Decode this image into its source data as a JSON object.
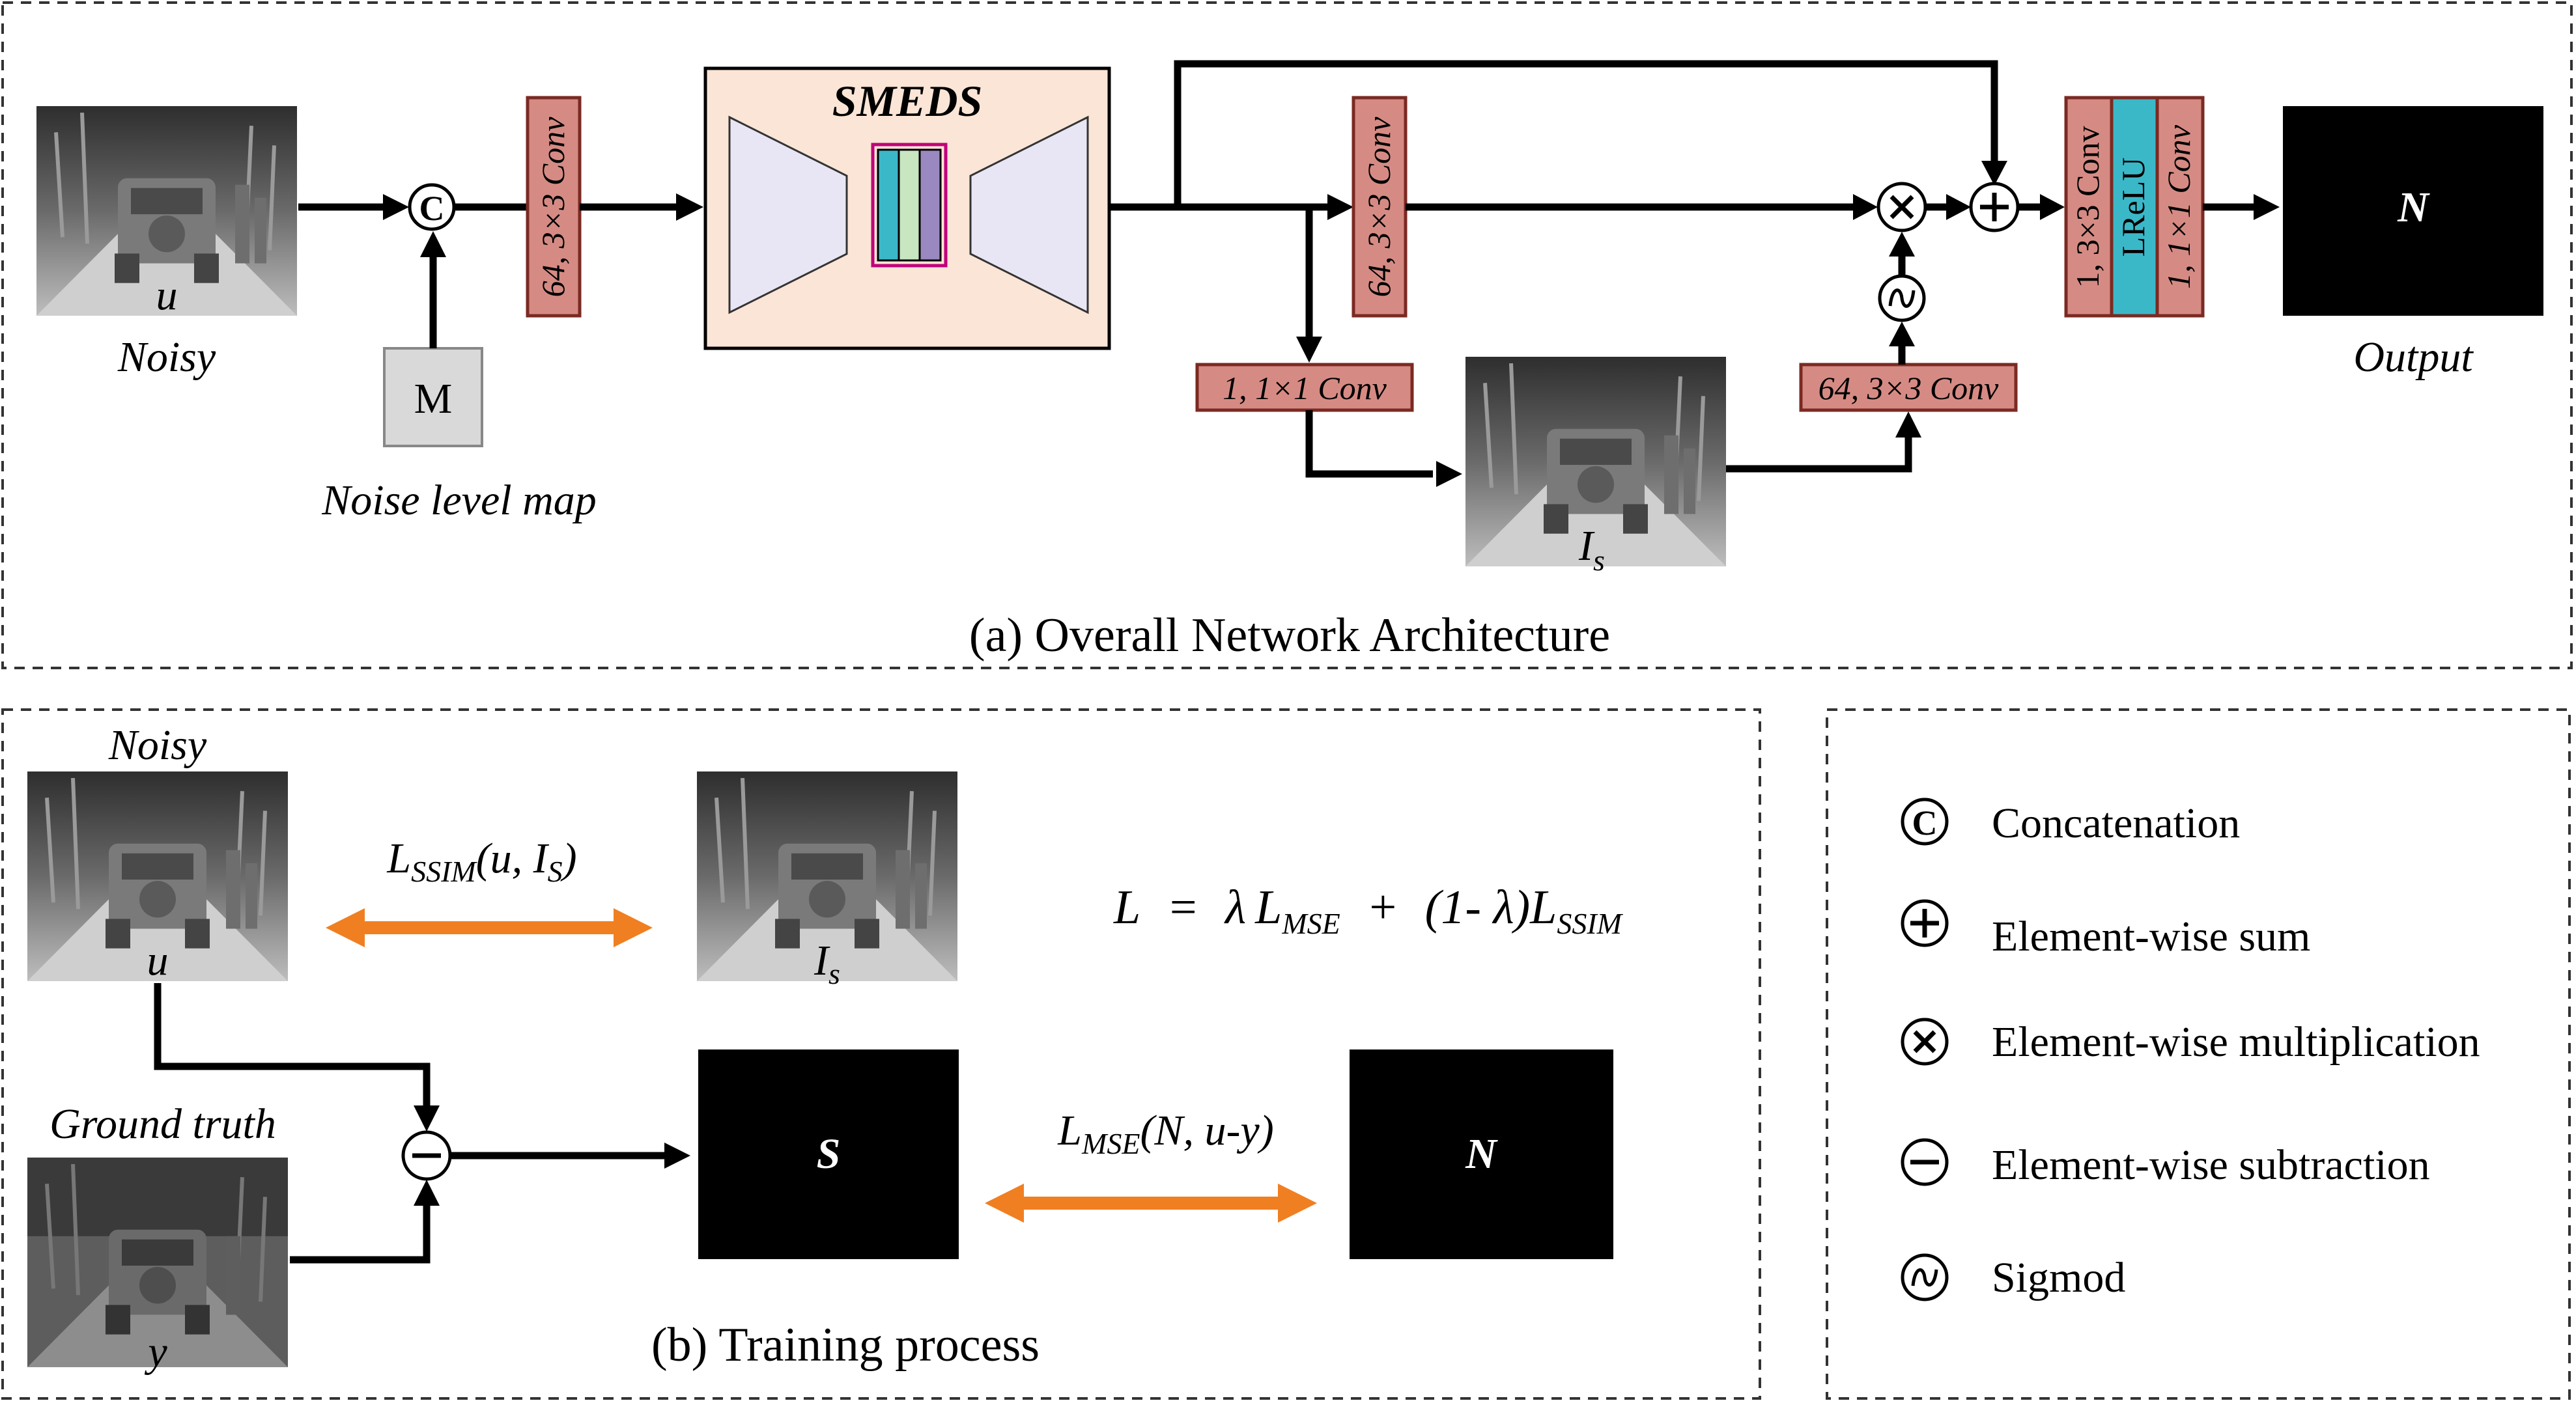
{
  "panel_a": {
    "caption": "(a) Overall Network Architecture",
    "input_var": "u",
    "input_label": "Noisy",
    "noise_map_symbol": "M",
    "noise_map_label": "Noise level map",
    "conv_in": "64, 3×3 Conv",
    "smeds_title": "SMEDS",
    "conv_branch": "64, 3×3 Conv",
    "conv_1x1": "1, 1×1 Conv",
    "intermediate_var": "I",
    "intermediate_sub": "s",
    "conv_post": "64, 3×3 Conv",
    "head_conv1": "1, 3×3 Conv",
    "head_act": "LReLU",
    "head_conv2": "1, 1×1 Conv",
    "output_symbol": "N",
    "output_label": "Output",
    "colors": {
      "conv_fill": "#d58b84",
      "lrelu_fill": "#3bb8c8",
      "smeds_fill": "#fbe5d6"
    }
  },
  "panel_b": {
    "caption": "(b) Training process",
    "noisy_label": "Noisy",
    "noisy_var": "u",
    "gt_label": "Ground truth",
    "gt_var": "y",
    "ssim_loss": {
      "main": "L",
      "sub": "SSIM",
      "args_prefix": "(u, I",
      "args_sub": "S",
      "args_suffix": ")"
    },
    "is_var": "I",
    "is_sub": "s",
    "formula": {
      "lhs": "L",
      "eq": "=",
      "lambda": "λ",
      "l": "L",
      "mse_sub": "MSE",
      "plus": "+",
      "paren": "(1- λ)",
      "ssim_sub": "SSIM"
    },
    "s_symbol": "S",
    "mse_loss": {
      "main": "L",
      "sub": "MSE",
      "args": "(N, u-y)"
    },
    "n_symbol": "N",
    "colors": {
      "loss_arrow": "#f07f22"
    }
  },
  "legend": {
    "items": [
      {
        "glyph": "C",
        "label": "Concatenation",
        "icon": "concatenation-icon"
      },
      {
        "glyph": "+",
        "label": "Element-wise sum",
        "icon": "plus-icon"
      },
      {
        "glyph": "×",
        "label": "Element-wise multiplication",
        "icon": "times-icon"
      },
      {
        "glyph": "−",
        "label": "Element-wise subtraction",
        "icon": "minus-icon"
      },
      {
        "glyph": "~",
        "label": "Sigmod",
        "icon": "sigmoid-icon"
      }
    ]
  }
}
